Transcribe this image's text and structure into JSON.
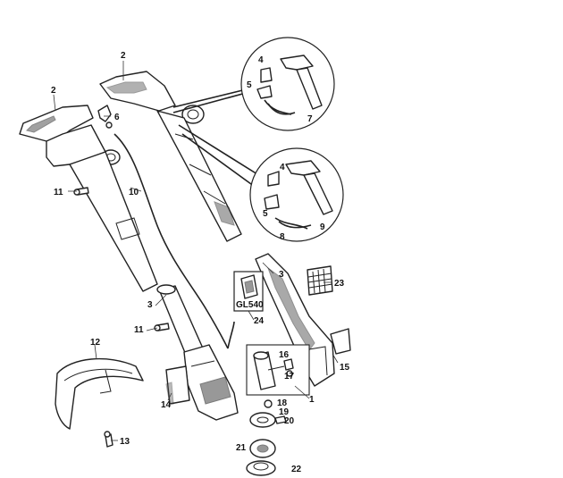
{
  "callouts": {
    "c1": "1",
    "c2a": "2",
    "c2b": "2",
    "c3a": "3",
    "c3b": "3",
    "c4a": "4",
    "c4b": "4",
    "c5a": "5",
    "c5b": "5",
    "c6": "6",
    "c7": "7",
    "c8": "8",
    "c9": "9",
    "c10": "10",
    "c11a": "11",
    "c11b": "11",
    "c12": "12",
    "c13": "13",
    "c14": "14",
    "c15": "15",
    "c16": "16",
    "c17": "17",
    "c18": "18",
    "c19": "19",
    "c20": "20",
    "c21": "21",
    "c22": "22",
    "c23": "23",
    "c24": "24"
  },
  "model_tag": "GL540"
}
